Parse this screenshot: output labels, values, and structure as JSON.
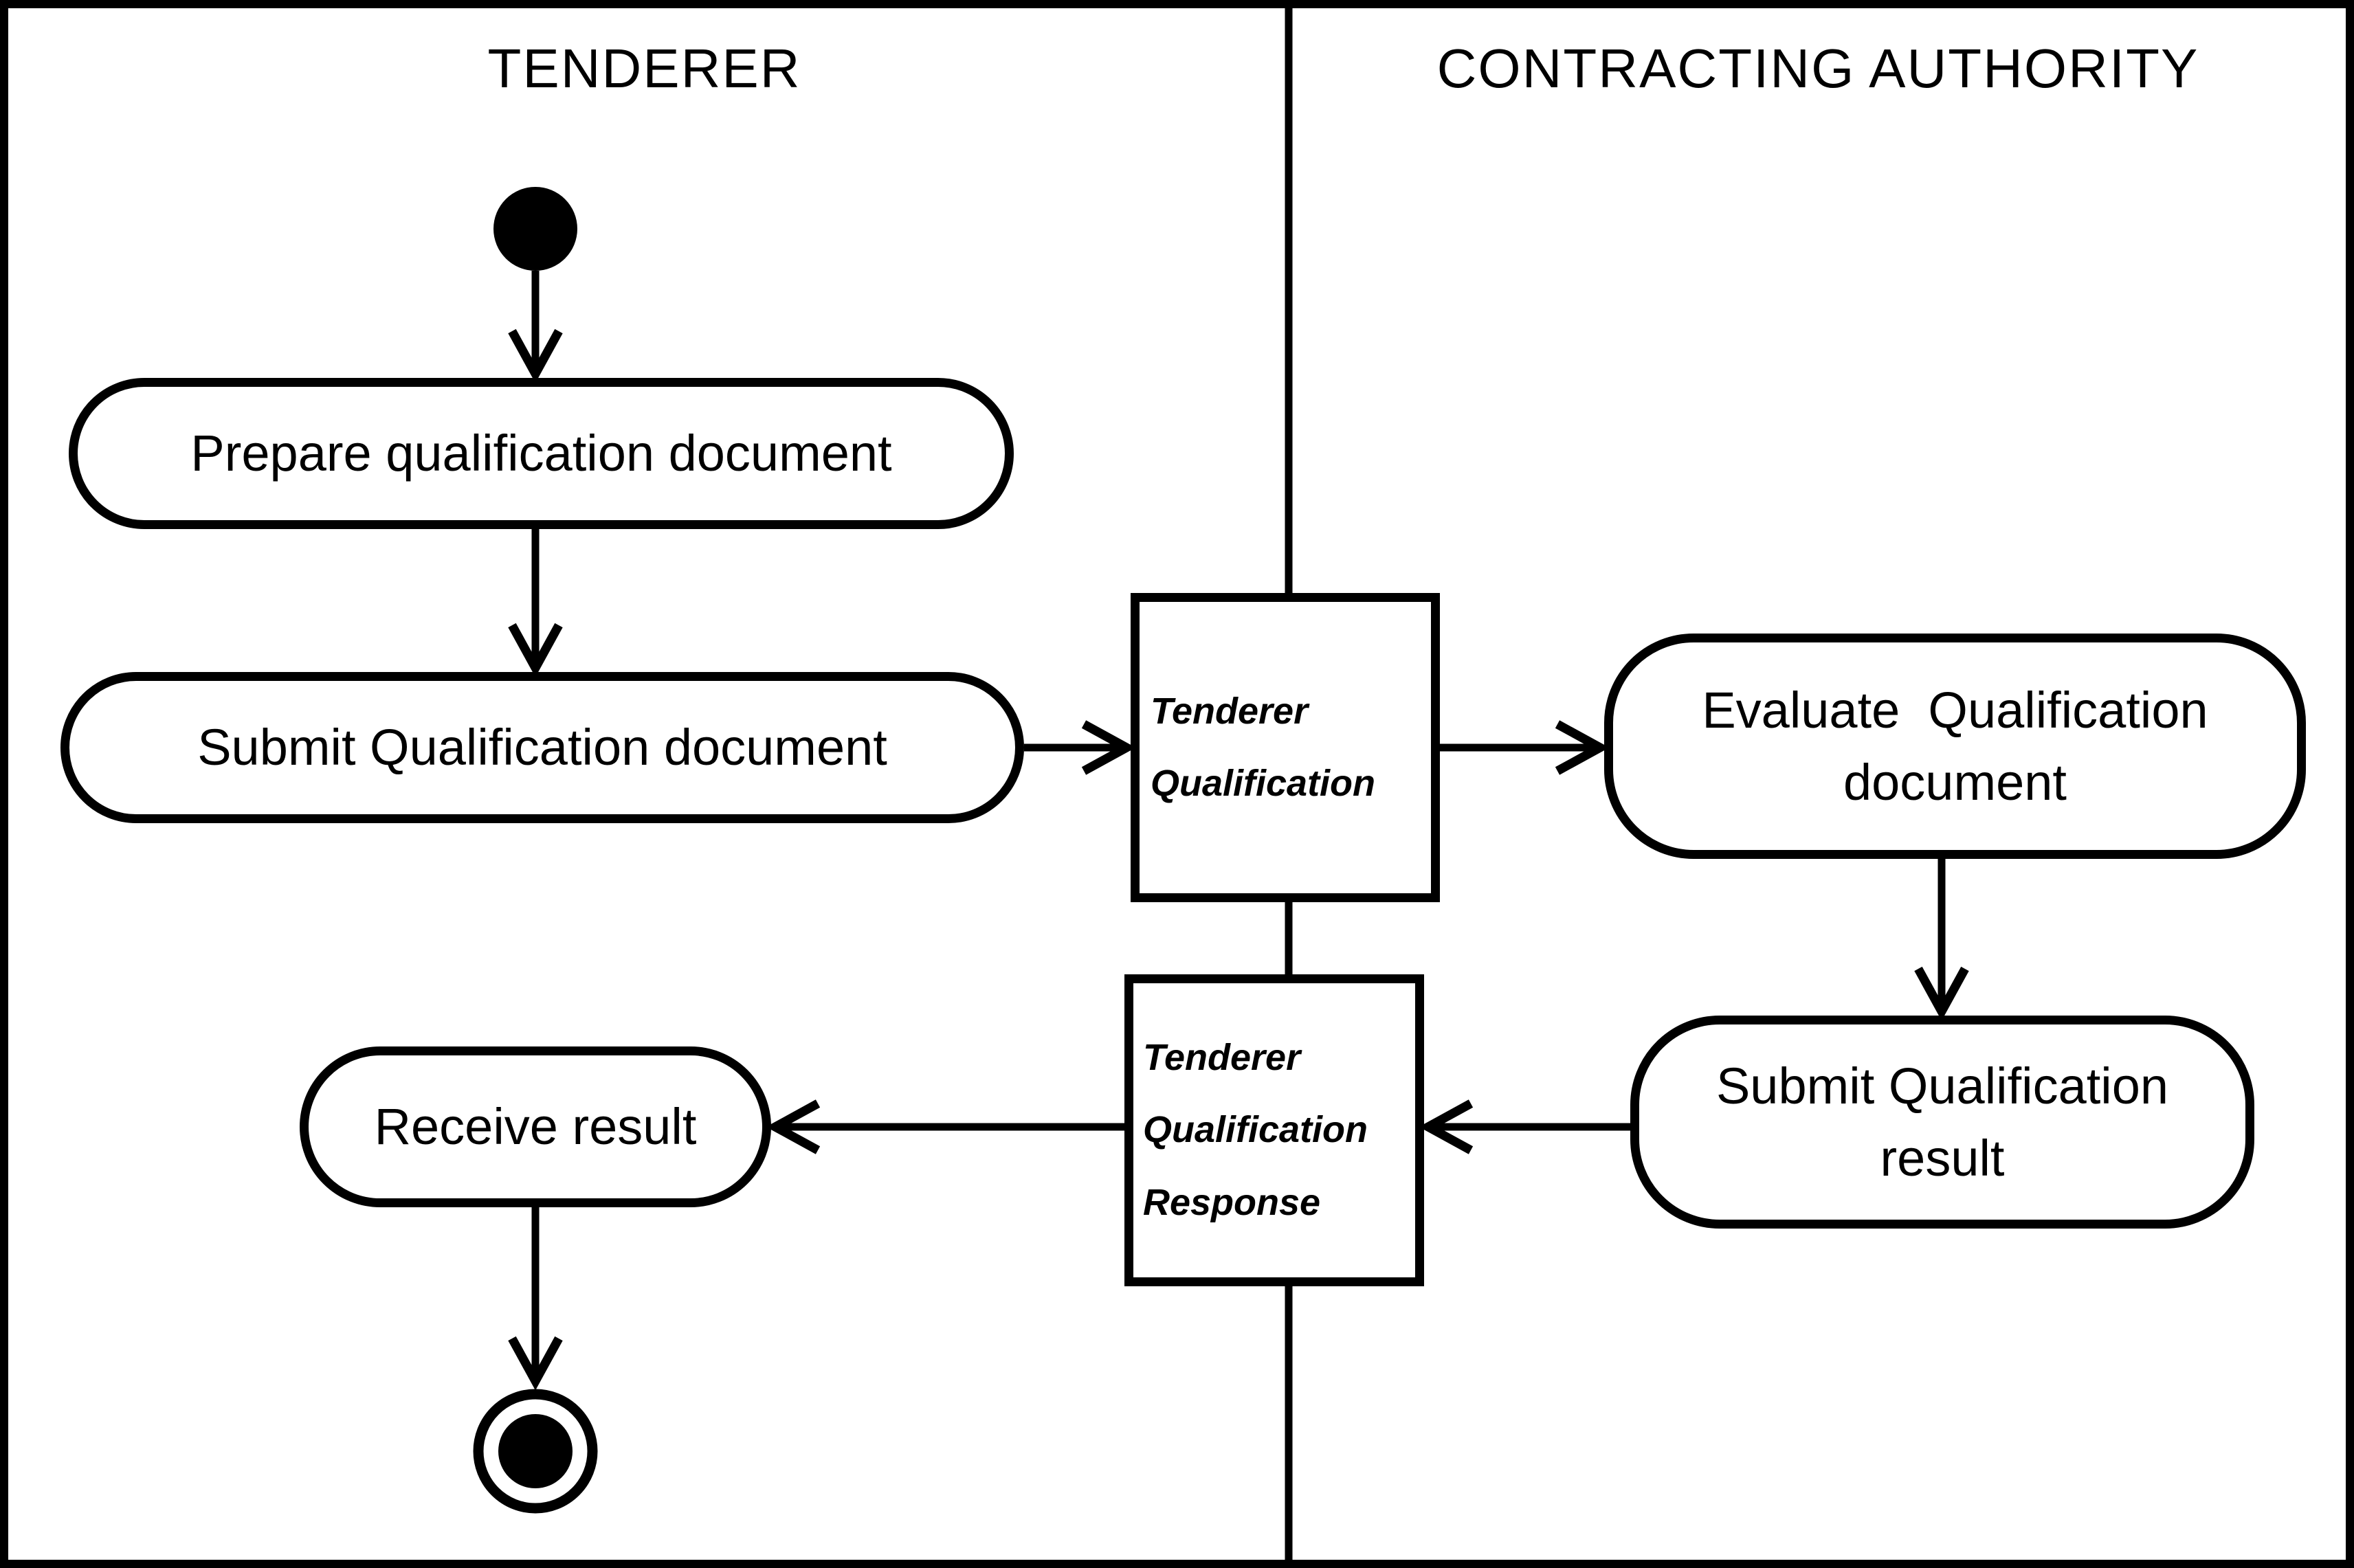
{
  "lanes": [
    {
      "title": "TENDERER"
    },
    {
      "title": "CONTRACTING AUTHORITY"
    }
  ],
  "nodes": {
    "start": {
      "type": "initial-node"
    },
    "prepare": {
      "label": "Prepare qualification document"
    },
    "submit_document": {
      "label": "Submit Qualification document"
    },
    "tenderer_qualification": {
      "lines": [
        "Tenderer",
        "Qualification"
      ]
    },
    "evaluate_document": {
      "lines": [
        "Evaluate  Qualification",
        "document"
      ]
    },
    "submit_result": {
      "lines": [
        "Submit Qualification",
        "result"
      ]
    },
    "qualification_response": {
      "lines": [
        "Tenderer",
        "Qualification",
        "Response"
      ]
    },
    "receive_result": {
      "label": "Receive result"
    },
    "end": {
      "type": "final-node"
    }
  },
  "colors": {
    "ink": "#000000",
    "background": "#ffffff"
  }
}
